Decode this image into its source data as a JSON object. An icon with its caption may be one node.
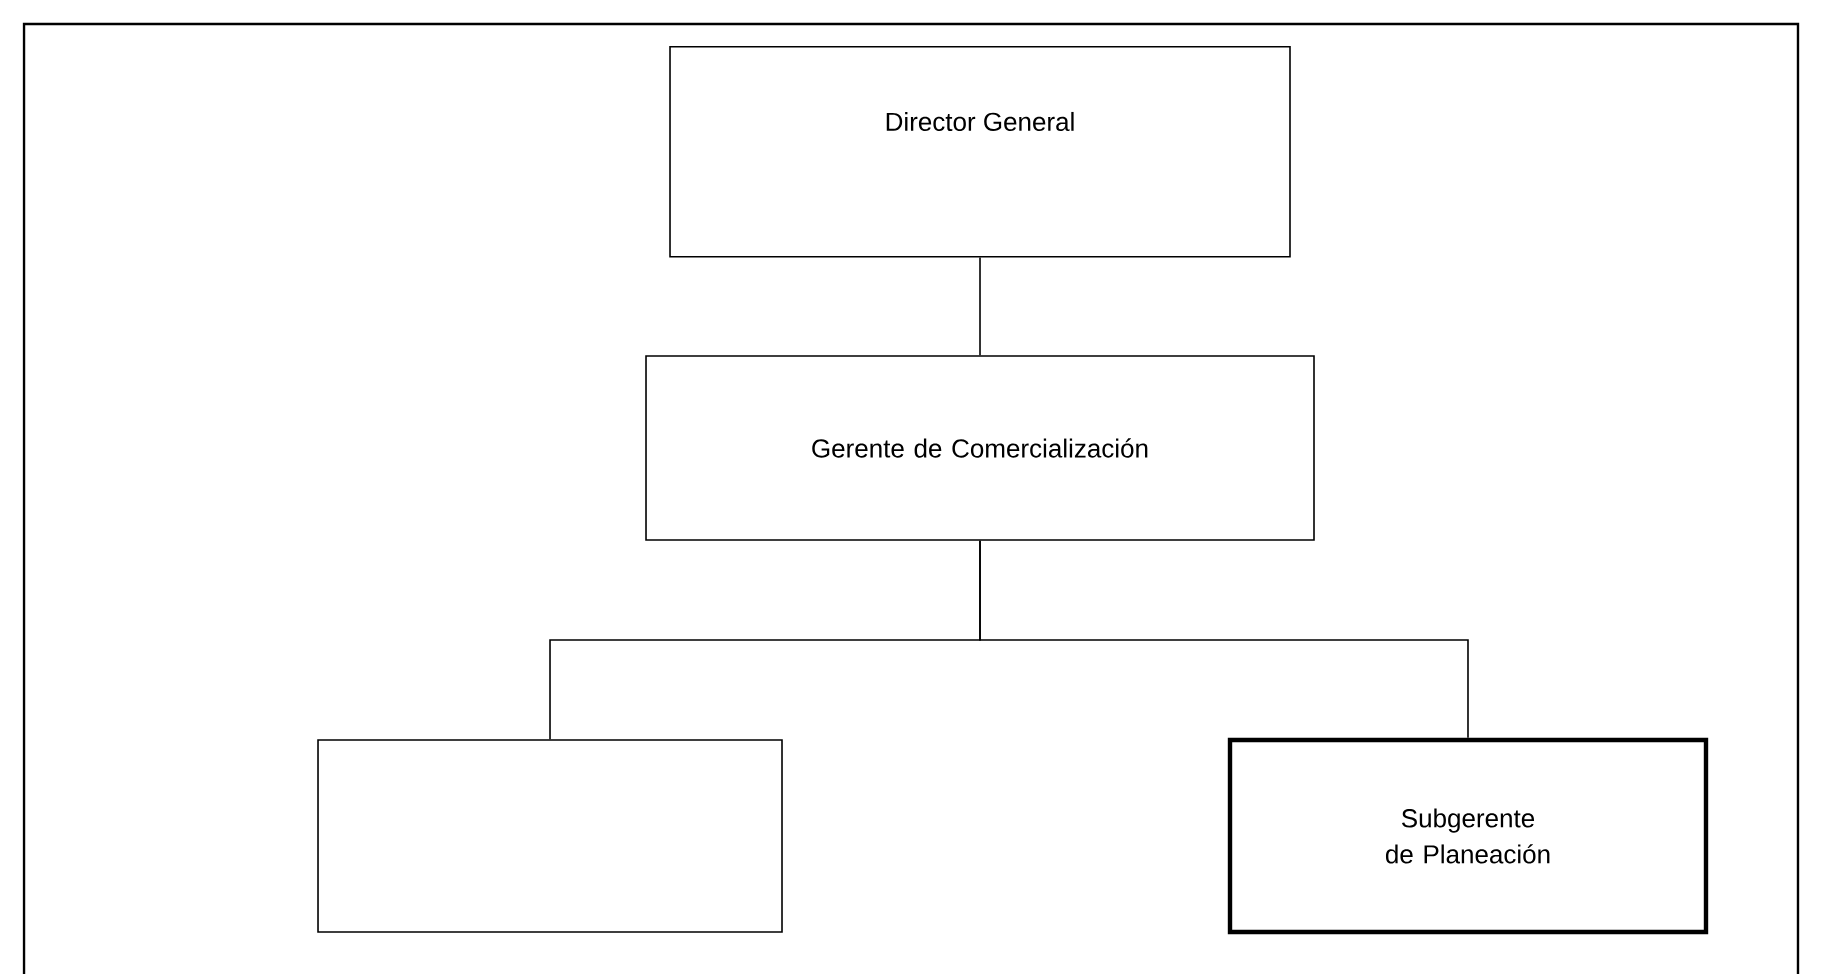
{
  "diagram": {
    "nodes": [
      {
        "text": [
          "Director General"
        ]
      },
      {
        "text": [
          "Gerente de Comercialización"
        ]
      },
      {
        "text": [],
        "shape": "box"
      },
      {
        "text": [
          "Subgerente de Planeación"
        ]
      }
    ],
    "edges": [
      {
        "from": 0,
        "to": 1,
        "arrow": "none"
      },
      {
        "from": 1,
        "to": 2,
        "arrow": "none"
      },
      {
        "from": 1,
        "to": 3,
        "arrow": "none"
      }
    ]
  }
}
